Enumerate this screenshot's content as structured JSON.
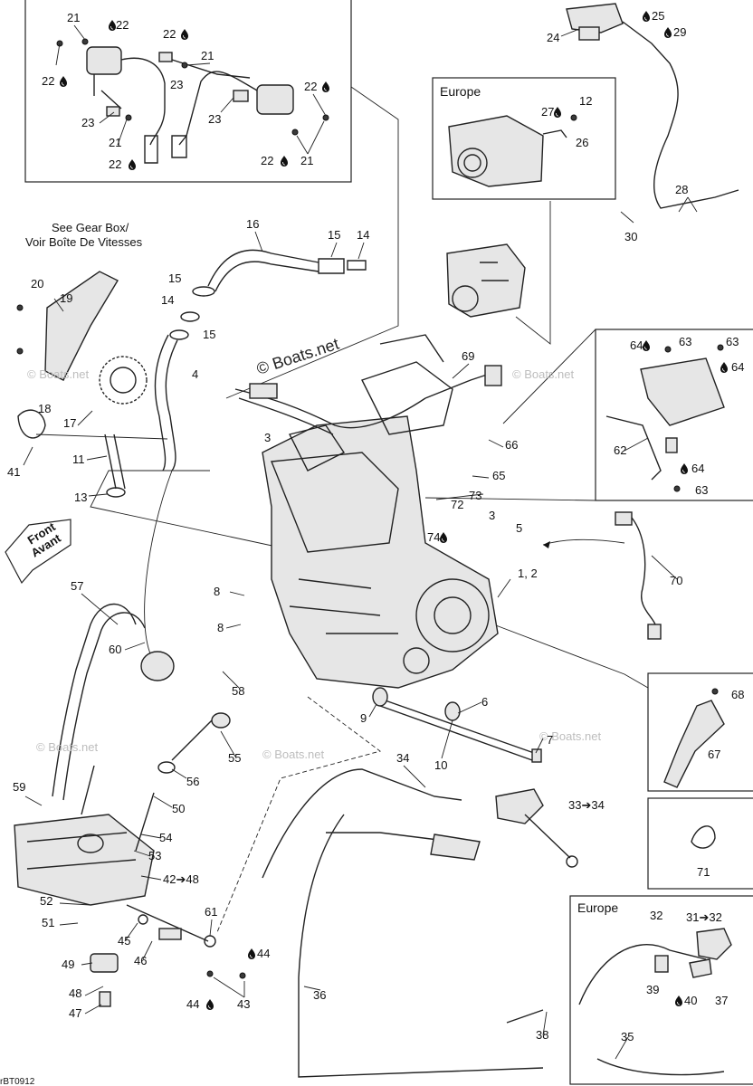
{
  "diagram": {
    "callouts": [
      {
        "id": "c21a",
        "text": "21"
      },
      {
        "id": "c22a",
        "text": "22"
      },
      {
        "id": "c22b",
        "text": "22"
      },
      {
        "id": "c22c",
        "text": "22"
      },
      {
        "id": "c21b",
        "text": "21"
      },
      {
        "id": "c23a",
        "text": "23"
      },
      {
        "id": "c22d",
        "text": "22"
      },
      {
        "id": "c23b",
        "text": "23"
      },
      {
        "id": "c21c",
        "text": "21"
      },
      {
        "id": "c22e",
        "text": "22"
      },
      {
        "id": "c23c",
        "text": "23"
      },
      {
        "id": "c22f",
        "text": "22"
      },
      {
        "id": "c21d",
        "text": "21"
      },
      {
        "id": "c24",
        "text": "24"
      },
      {
        "id": "c25",
        "text": "25"
      },
      {
        "id": "c29",
        "text": "29"
      },
      {
        "id": "c27",
        "text": "27"
      },
      {
        "id": "c12",
        "text": "12"
      },
      {
        "id": "c26",
        "text": "26"
      },
      {
        "id": "c28",
        "text": "28"
      },
      {
        "id": "c30",
        "text": "30"
      },
      {
        "id": "c16",
        "text": "16"
      },
      {
        "id": "c15a",
        "text": "15"
      },
      {
        "id": "c14a",
        "text": "14"
      },
      {
        "id": "c15b",
        "text": "15"
      },
      {
        "id": "c14b",
        "text": "14"
      },
      {
        "id": "c15c",
        "text": "15"
      },
      {
        "id": "c20",
        "text": "20"
      },
      {
        "id": "c19",
        "text": "19"
      },
      {
        "id": "c18",
        "text": "18"
      },
      {
        "id": "c17",
        "text": "17"
      },
      {
        "id": "c4",
        "text": "4"
      },
      {
        "id": "c3a",
        "text": "3"
      },
      {
        "id": "c69",
        "text": "69"
      },
      {
        "id": "c66",
        "text": "66"
      },
      {
        "id": "c65",
        "text": "65"
      },
      {
        "id": "c64a",
        "text": "64"
      },
      {
        "id": "c63a",
        "text": "63"
      },
      {
        "id": "c63b",
        "text": "63"
      },
      {
        "id": "c64b",
        "text": "64"
      },
      {
        "id": "c62",
        "text": "62"
      },
      {
        "id": "c64c",
        "text": "64"
      },
      {
        "id": "c63c",
        "text": "63"
      },
      {
        "id": "c41",
        "text": "41"
      },
      {
        "id": "c11",
        "text": "11"
      },
      {
        "id": "c13",
        "text": "13"
      },
      {
        "id": "c72",
        "text": "72"
      },
      {
        "id": "c73",
        "text": "73"
      },
      {
        "id": "c3b",
        "text": "3"
      },
      {
        "id": "c5",
        "text": "5"
      },
      {
        "id": "c74",
        "text": "74"
      },
      {
        "id": "c12b",
        "text": "1, 2"
      },
      {
        "id": "c70",
        "text": "70"
      },
      {
        "id": "c57",
        "text": "57"
      },
      {
        "id": "c8a",
        "text": "8"
      },
      {
        "id": "c8b",
        "text": "8"
      },
      {
        "id": "c60",
        "text": "60"
      },
      {
        "id": "c58",
        "text": "58"
      },
      {
        "id": "c68",
        "text": "68"
      },
      {
        "id": "c9",
        "text": "9"
      },
      {
        "id": "c6",
        "text": "6"
      },
      {
        "id": "c7",
        "text": "7"
      },
      {
        "id": "c10",
        "text": "10"
      },
      {
        "id": "c67",
        "text": "67"
      },
      {
        "id": "c55",
        "text": "55"
      },
      {
        "id": "c56",
        "text": "56"
      },
      {
        "id": "c34",
        "text": "34"
      },
      {
        "id": "c59",
        "text": "59"
      },
      {
        "id": "c50",
        "text": "50"
      },
      {
        "id": "c54",
        "text": "54"
      },
      {
        "id": "c53",
        "text": "53"
      },
      {
        "id": "c3334",
        "text": "33➔34"
      },
      {
        "id": "c4248",
        "text": "42➔48"
      },
      {
        "id": "c71",
        "text": "71"
      },
      {
        "id": "c52",
        "text": "52"
      },
      {
        "id": "c51",
        "text": "51"
      },
      {
        "id": "c61",
        "text": "61"
      },
      {
        "id": "c3132",
        "text": "31➔32"
      },
      {
        "id": "c32",
        "text": "32"
      },
      {
        "id": "c45",
        "text": "45"
      },
      {
        "id": "c46",
        "text": "46"
      },
      {
        "id": "c49",
        "text": "49"
      },
      {
        "id": "c44a",
        "text": "44"
      },
      {
        "id": "c48",
        "text": "48"
      },
      {
        "id": "c47",
        "text": "47"
      },
      {
        "id": "c44b",
        "text": "44"
      },
      {
        "id": "c43",
        "text": "43"
      },
      {
        "id": "c36",
        "text": "36"
      },
      {
        "id": "c39",
        "text": "39"
      },
      {
        "id": "c40",
        "text": "40"
      },
      {
        "id": "c37",
        "text": "37"
      },
      {
        "id": "c38",
        "text": "38"
      },
      {
        "id": "c35",
        "text": "35"
      }
    ],
    "notes": {
      "see_gear_box_line1": "See Gear Box/",
      "see_gear_box_line2": "Voir Boîte De Vitesses",
      "front_line1": "Front",
      "front_line2": "Avant",
      "europe_top": "Europe",
      "europe_bottom": "Europe",
      "drawing_code": "rBT0912"
    },
    "watermarks": {
      "main": "© Boats.net",
      "faint": "© Boats.net"
    },
    "colors": {
      "line": "#222222",
      "background": "#ffffff",
      "watermark": "#bdbdbd"
    },
    "icons": {
      "loctite_drop": "drop-icon"
    }
  }
}
